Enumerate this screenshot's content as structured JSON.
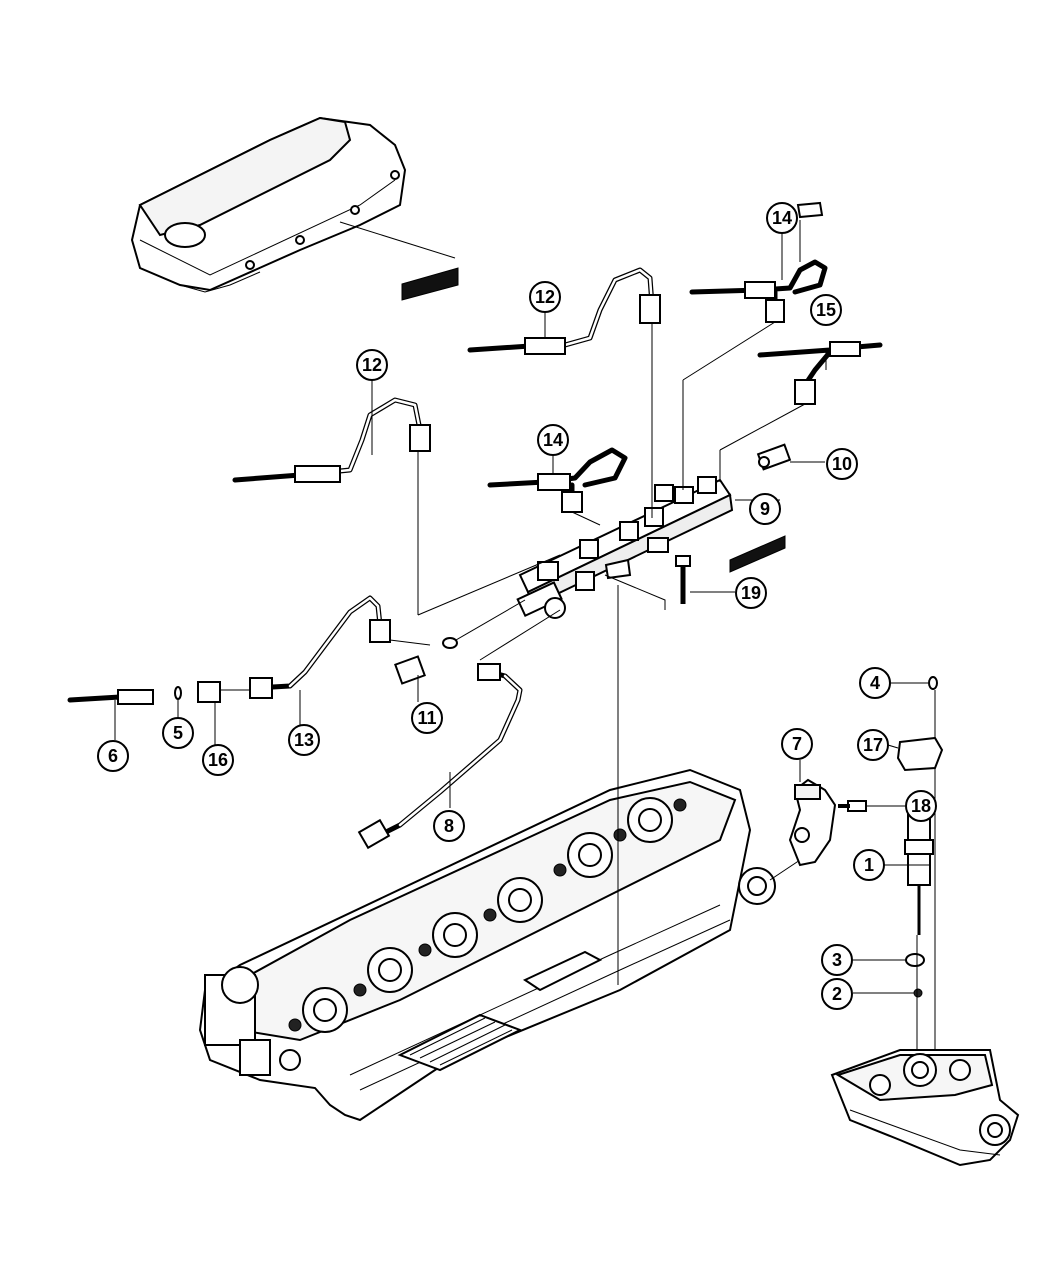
{
  "diagram": {
    "callouts": [
      {
        "id": "c1",
        "label": "1"
      },
      {
        "id": "c2",
        "label": "2"
      },
      {
        "id": "c3",
        "label": "3"
      },
      {
        "id": "c4",
        "label": "4"
      },
      {
        "id": "c5",
        "label": "5"
      },
      {
        "id": "c6",
        "label": "6"
      },
      {
        "id": "c7",
        "label": "7"
      },
      {
        "id": "c8",
        "label": "8"
      },
      {
        "id": "c9",
        "label": "9"
      },
      {
        "id": "c10",
        "label": "10"
      },
      {
        "id": "c11",
        "label": "11"
      },
      {
        "id": "c12a",
        "label": "12"
      },
      {
        "id": "c12b",
        "label": "12"
      },
      {
        "id": "c13",
        "label": "13"
      },
      {
        "id": "c14a",
        "label": "14"
      },
      {
        "id": "c14b",
        "label": "14"
      },
      {
        "id": "c15",
        "label": "15"
      },
      {
        "id": "c16",
        "label": "16"
      },
      {
        "id": "c17",
        "label": "17"
      },
      {
        "id": "c18",
        "label": "18"
      },
      {
        "id": "c19",
        "label": "19"
      }
    ]
  }
}
